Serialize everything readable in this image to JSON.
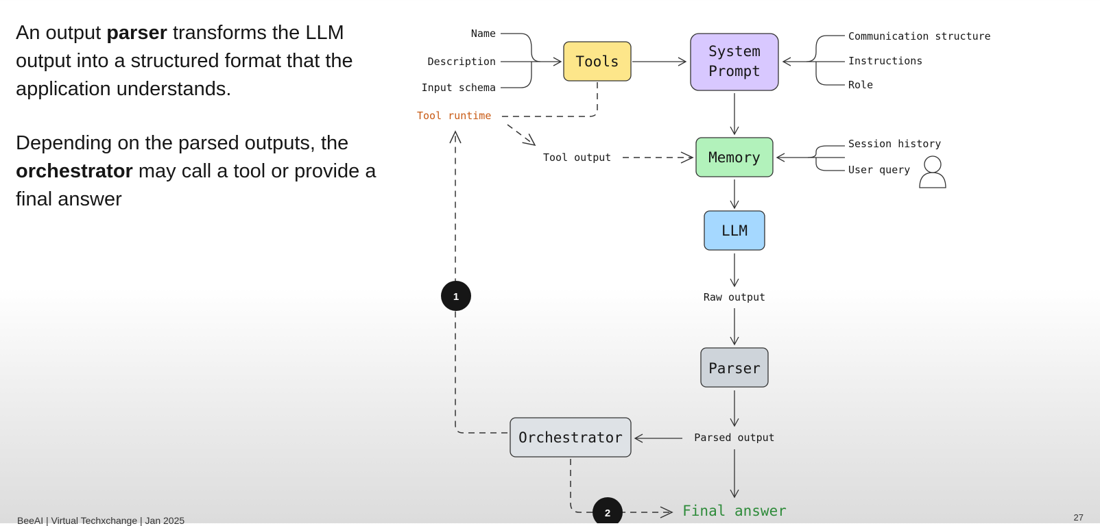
{
  "text": {
    "p1_a": "An output ",
    "p1_b": "parser",
    "p1_c": " transforms the LLM output into a structured format that the application understands.",
    "p2_a": "Depending on the parsed outputs, the ",
    "p2_b": "orchestrator",
    "p2_c": " may call a tool or provide a final answer"
  },
  "diagram": {
    "tools": "Tools",
    "system_prompt_1": "System",
    "system_prompt_2": "Prompt",
    "memory": "Memory",
    "llm": "LLM",
    "parser": "Parser",
    "orchestrator": "Orchestrator",
    "name": "Name",
    "description": "Description",
    "input_schema": "Input schema",
    "tool_runtime": "Tool runtime",
    "tool_output": "Tool output",
    "communication_structure": "Communication structure",
    "instructions": "Instructions",
    "role": "Role",
    "session_history": "Session history",
    "user_query": "User query",
    "raw_output": "Raw output",
    "parsed_output": "Parsed output",
    "final_answer": "Final answer",
    "step1": "1",
    "step2": "2"
  },
  "footer": "BeeAI | Virtual Techxchange | Jan 2025",
  "page_number": "27",
  "colors": {
    "tools": "#fde68a",
    "system_prompt": "#d8c8ff",
    "memory": "#b2f2bb",
    "llm": "#a5d8ff",
    "parser": "#ced4da",
    "orchestrator": "#dee2e6",
    "tool_runtime": "#c85a14",
    "final_answer": "#2e8b3a"
  }
}
